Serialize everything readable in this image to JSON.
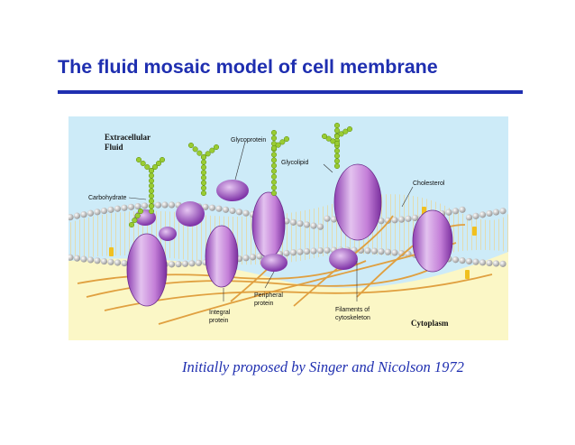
{
  "slide": {
    "title": "The fluid mosaic model of  cell membrane",
    "caption": "Initially proposed by Singer and Nicolson 1972",
    "accent_color": "#1f2fb0"
  },
  "diagram": {
    "labels": {
      "extracellular_line1": "Extracellular",
      "extracellular_line2": "Fluid",
      "glycoprotein": "Glycoprotein",
      "glycolipid": "Glycolipid",
      "carbohydrate": "Carbohydrate",
      "cholesterol": "Cholesterol",
      "peripheral_line1": "Peripheral",
      "peripheral_line2": "protein",
      "integral_line1": "Integral",
      "integral_line2": "protein",
      "filaments_line1": "Filaments of",
      "filaments_line2": "cytoskeleton",
      "cytoplasm": "Cytoplasm"
    },
    "colors": {
      "extracellular": "#cdebf8",
      "cytoplasm": "#fbf7c6",
      "protein": "#c47fd8",
      "protein_dark": "#8e3fb2",
      "carbohydrate": "#99cc33",
      "cholesterol": "#f0c020",
      "filament": "#e0a040",
      "phospholipid_head": "#dcdcdc"
    }
  }
}
